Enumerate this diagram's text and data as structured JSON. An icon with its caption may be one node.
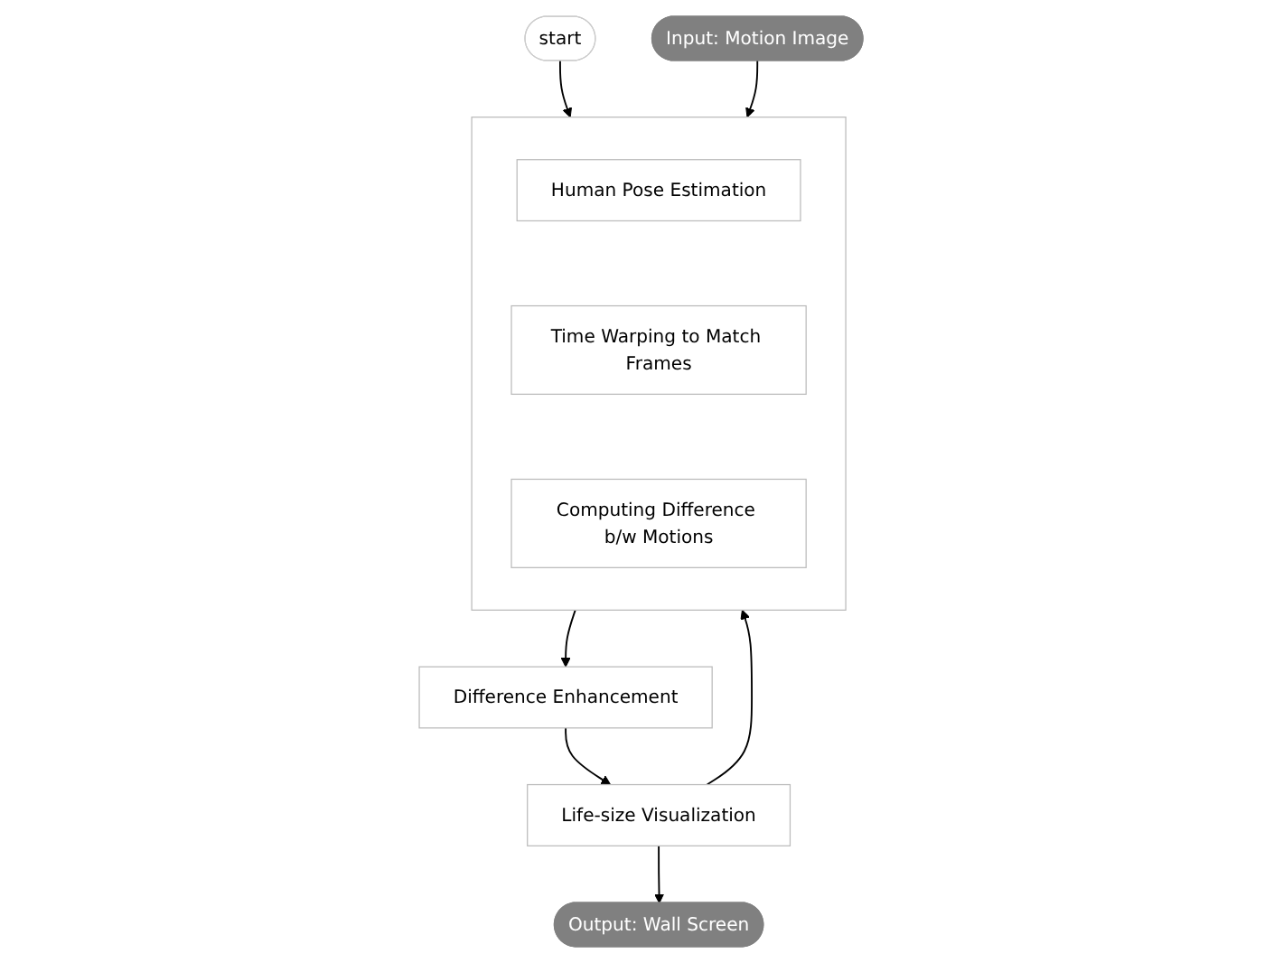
{
  "diagram": {
    "nodes": [
      {
        "text": [
          "start"
        ]
      },
      {
        "text": [
          "Input: Motion Image"
        ]
      },
      {
        "text": [],
        "shape": "box"
      },
      {
        "text": [
          "Human Pose Estimation"
        ],
        "in": 2
      },
      {
        "text": [
          "Time Warping to Match Frames"
        ],
        "in": 2
      },
      {
        "text": [
          "Computing Difference b/w Motions"
        ],
        "in": 2
      },
      {
        "text": [
          "Difference Enhancement"
        ]
      },
      {
        "text": [
          "Life-size Visualization"
        ]
      },
      {
        "text": [
          "Output: Wall Screen"
        ]
      }
    ],
    "edges": [
      {
        "from": 0,
        "to": 2,
        "arrow": "to"
      },
      {
        "from": 1,
        "to": 2,
        "arrow": "to"
      },
      {
        "from": 2,
        "to": 6,
        "arrow": "to"
      },
      {
        "from": 6,
        "to": 7,
        "arrow": "to"
      },
      {
        "from": 7,
        "to": 8,
        "arrow": "to"
      },
      {
        "from": 7,
        "to": 2,
        "arrow": "to"
      }
    ]
  }
}
